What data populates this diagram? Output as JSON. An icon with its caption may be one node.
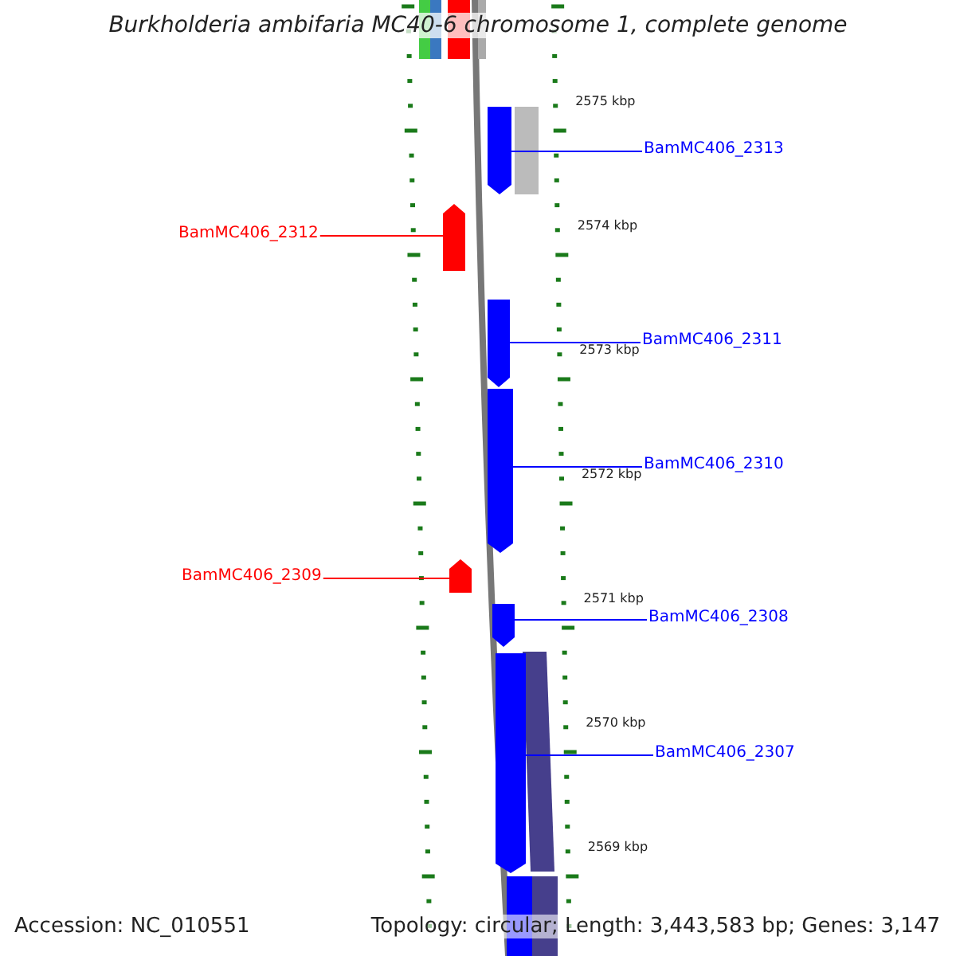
{
  "diagram": {
    "title": "Burkholderia ambifaria MC40-6 chromosome 1, complete genome",
    "nodes": [
      {
        "text": [],
        "shape": "bar"
      },
      {
        "text": [
          "BamMC406_2313"
        ]
      },
      {
        "text": [],
        "shape": "bar"
      },
      {
        "text": [
          "BamMC406_2312"
        ]
      },
      {
        "text": [],
        "shape": "bar"
      },
      {
        "text": [
          "BamMC406_2311"
        ]
      },
      {
        "text": [],
        "shape": "bar"
      },
      {
        "text": [
          "BamMC406_2310"
        ]
      },
      {
        "text": [],
        "shape": "bar"
      },
      {
        "text": [
          "BamMC406_2309"
        ]
      },
      {
        "text": [],
        "shape": "bar"
      },
      {
        "text": [
          "BamMC406_2308"
        ]
      },
      {
        "text": [],
        "shape": "bar"
      },
      {
        "text": [
          "BamMC406_2307"
        ]
      }
    ],
    "edges": [
      {
        "from": 1,
        "to": 0,
        "arrow": "none"
      },
      {
        "from": 3,
        "to": 2,
        "arrow": "none",
        "color": "#ff0000"
      },
      {
        "from": 5,
        "to": 4,
        "arrow": "none"
      },
      {
        "from": 7,
        "to": 6,
        "arrow": "none"
      },
      {
        "from": 9,
        "to": 8,
        "arrow": "none",
        "color": "#ff0000"
      },
      {
        "from": 11,
        "to": 10,
        "arrow": "none"
      },
      {
        "from": 13,
        "to": 12,
        "arrow": "none"
      }
    ],
    "labels": [
      "2575 kbp",
      "2574 kbp",
      "2573 kbp",
      "2572 kbp",
      "2571 kbp",
      "2570 kbp",
      "2569 kbp",
      "Accession: NC_010551",
      "Topology: circular; Length: 3,443,583 bp; Genes: 3,147"
    ]
  }
}
